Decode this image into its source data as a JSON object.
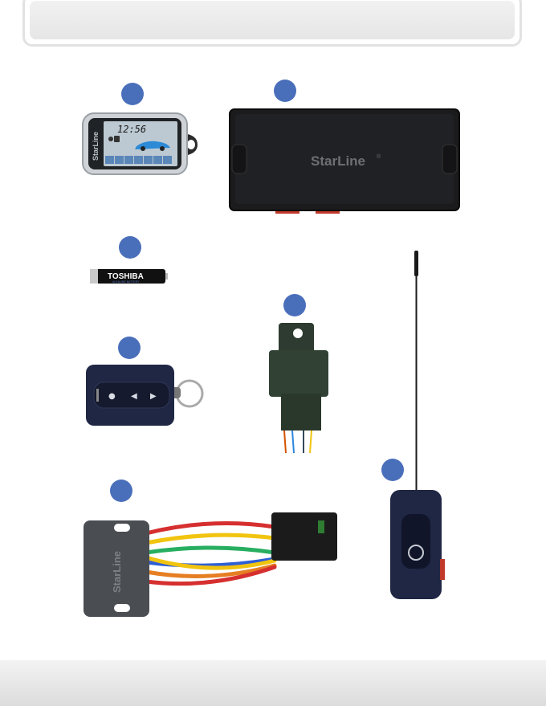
{
  "header": {
    "title": ""
  },
  "products": [
    {
      "id": "lcd-remote",
      "screen_time": "12:56",
      "brand": "StarLine"
    },
    {
      "id": "main-unit",
      "brand": "StarLine",
      "reg": "®"
    },
    {
      "id": "battery",
      "brand": "TOSHIBA",
      "subtext": "ALKALINE BATTERY"
    },
    {
      "id": "aux-fob",
      "buttons": [
        "●",
        "◀",
        "▶"
      ]
    },
    {
      "id": "relay"
    },
    {
      "id": "antenna-module"
    },
    {
      "id": "harness",
      "brand": "StarLine"
    }
  ],
  "colors": {
    "badge": "#4a6fba",
    "header_border": "#e2e2e2",
    "footer": "#e6e6e6"
  }
}
